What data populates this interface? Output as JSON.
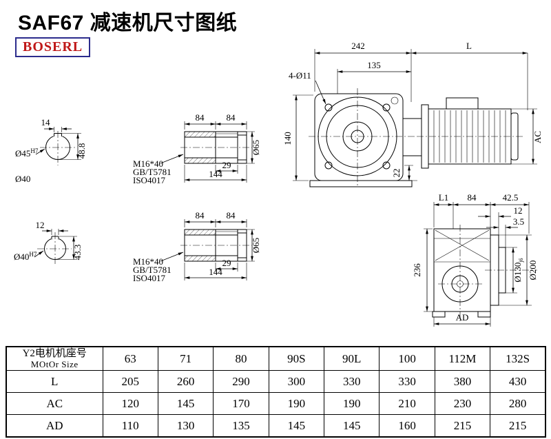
{
  "title": "SAF67 减速机尺寸图纸",
  "logo": {
    "text": "BOSERL"
  },
  "front": {
    "dim_242": "242",
    "dim_L": "L",
    "dim_135": "135",
    "label_holes": "4-Ø11",
    "dim_140": "140",
    "dim_22": "22",
    "dim_AC": "AC"
  },
  "shaft_top": {
    "dim_14": "14",
    "dia": "Ø45",
    "dia_sup": "H7",
    "dim_height": "48.8",
    "label_d40": "Ø40"
  },
  "shaft_bottom": {
    "dim_12": "12",
    "dia": "Ø40",
    "dia_sup": "H7",
    "dim_height": "43.3"
  },
  "detail_top": {
    "dim_84a": "84",
    "dim_84b": "84",
    "dim_29": "29",
    "dim_144": "144",
    "dia": "Ø65",
    "bolt_line1": "M16*40",
    "bolt_line2": "GB/T5781",
    "bolt_line3": "ISO4017"
  },
  "detail_bottom": {
    "dim_84a": "84",
    "dim_84b": "84",
    "dim_29": "29",
    "dim_144": "144",
    "dia": "Ø65",
    "bolt_line1": "M16*40",
    "bolt_line2": "GB/T5781",
    "bolt_line3": "ISO4017"
  },
  "side": {
    "dim_L1": "L1",
    "dim_84": "84",
    "dim_425": "42.5",
    "dim_12": "12",
    "dim_35": "3.5",
    "dim_236": "236",
    "dia_130": "Ø130",
    "dia_130_sub": "j6",
    "dia_200": "Ø200",
    "dim_AD": "AD"
  },
  "table": {
    "header": {
      "line1": "Y2电机机座号",
      "line2": "MOtOr Size"
    },
    "sizes": [
      "63",
      "71",
      "80",
      "90S",
      "90L",
      "100",
      "112M",
      "132S"
    ],
    "rows": [
      {
        "label": "L",
        "values": [
          "205",
          "260",
          "290",
          "300",
          "330",
          "330",
          "380",
          "430"
        ]
      },
      {
        "label": "AC",
        "values": [
          "120",
          "145",
          "170",
          "190",
          "190",
          "210",
          "230",
          "280"
        ]
      },
      {
        "label": "AD",
        "values": [
          "110",
          "130",
          "135",
          "145",
          "145",
          "160",
          "215",
          "215"
        ]
      }
    ]
  }
}
